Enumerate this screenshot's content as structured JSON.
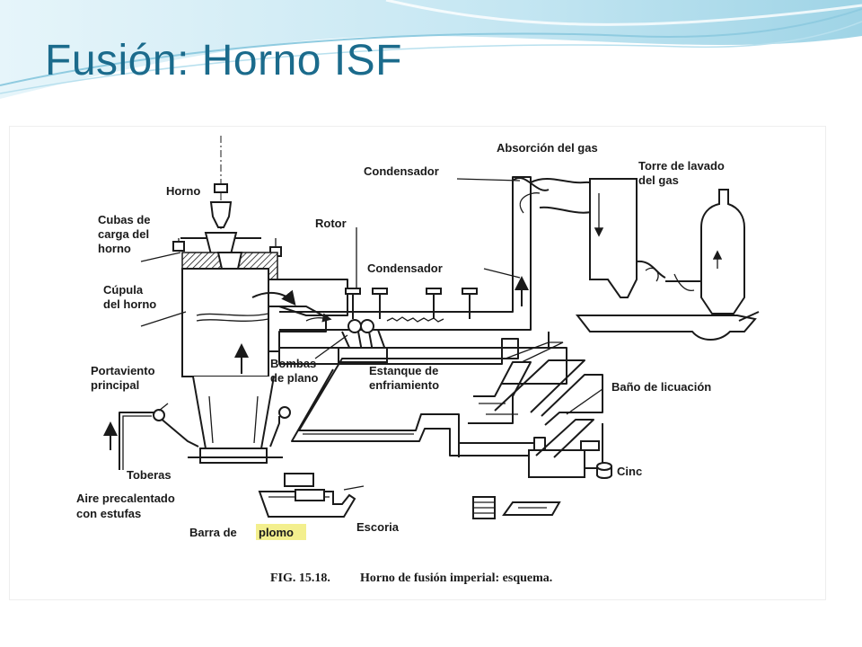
{
  "slide": {
    "title": "Fusión: Horno ISF"
  },
  "figure": {
    "labels": {
      "horno": "Horno",
      "cubas_1": "Cubas de",
      "cubas_2": "carga del",
      "cubas_3": "horno",
      "cupula_1": "Cúpula",
      "cupula_2": "del horno",
      "portaviento_1": "Portaviento",
      "portaviento_2": "principal",
      "toberas": "Toberas",
      "aire_1": "Aire precalentado",
      "aire_2": "con estufas",
      "barra_prefix": "Barra de",
      "barra_highlight": "plomo",
      "escoria": "Escoria",
      "rotor": "Rotor",
      "condensador_top": "Condensador",
      "condensador_mid": "Condensador",
      "absorcion": "Absorción del gas",
      "torre_1": "Torre de lavado",
      "torre_2": "del gas",
      "bombas_1": "Bombas",
      "bombas_2": "de plano",
      "estanque_1": "Estanque de",
      "estanque_2": "enfriamiento",
      "bano": "Baño de licuación",
      "cinc": "Cinc"
    },
    "caption": {
      "prefix": "FIG. 15.18.",
      "text": "Horno de fusión imperial: esquema."
    }
  },
  "colors": {
    "title": "#1b6b8c",
    "highlight": "#f3ef8e",
    "swoosh_light": "#d6eef6",
    "swoosh_mid": "#8fcbe0"
  }
}
